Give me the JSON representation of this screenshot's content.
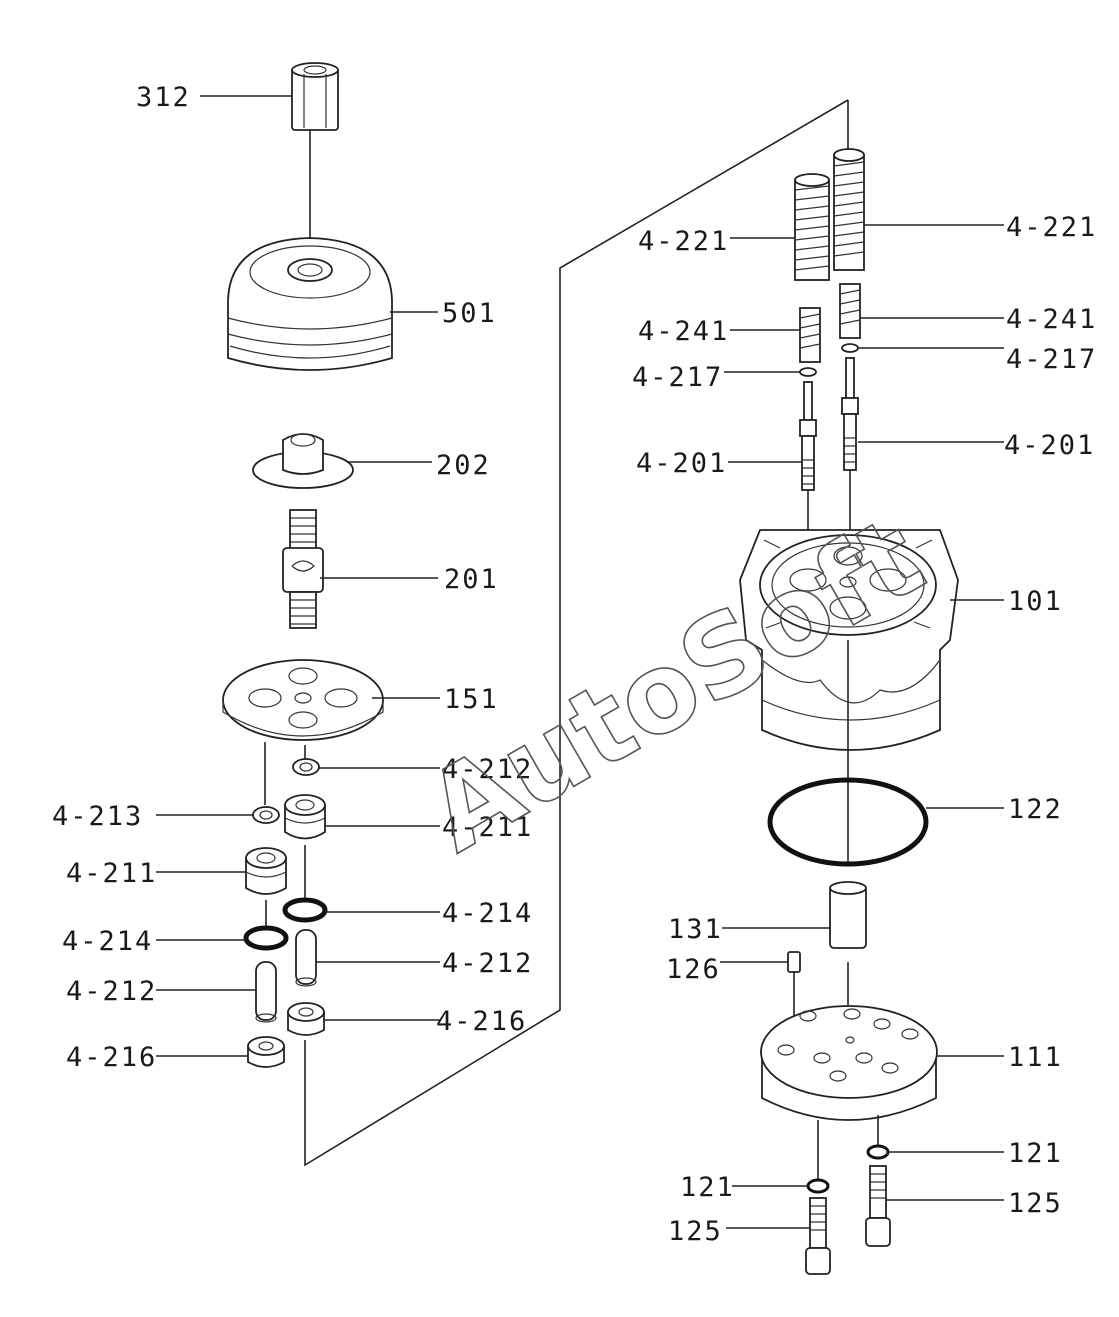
{
  "labels": {
    "l312": "312",
    "l501": "501",
    "l202": "202",
    "l201": "201",
    "l151": "151",
    "l4212a": "4-212",
    "l4213": "4-213",
    "l4211a": "4-211",
    "l4211b": "4-211",
    "l4214a": "4-214",
    "l4214b": "4-214",
    "l4212b": "4-212",
    "l4212c": "4-212",
    "l4216a": "4-216",
    "l4216b": "4-216",
    "l4221a": "4-221",
    "l4221b": "4-221",
    "l4241a": "4-241",
    "l4241b": "4-241",
    "l4217a": "4-217",
    "l4217b": "4-217",
    "l4201a": "4-201",
    "l4201b": "4-201",
    "l101": "101",
    "l122": "122",
    "l131": "131",
    "l126": "126",
    "l111": "111",
    "l121a": "121",
    "l121b": "121",
    "l125a": "125",
    "l125b": "125"
  },
  "watermark": "AutoSoft"
}
